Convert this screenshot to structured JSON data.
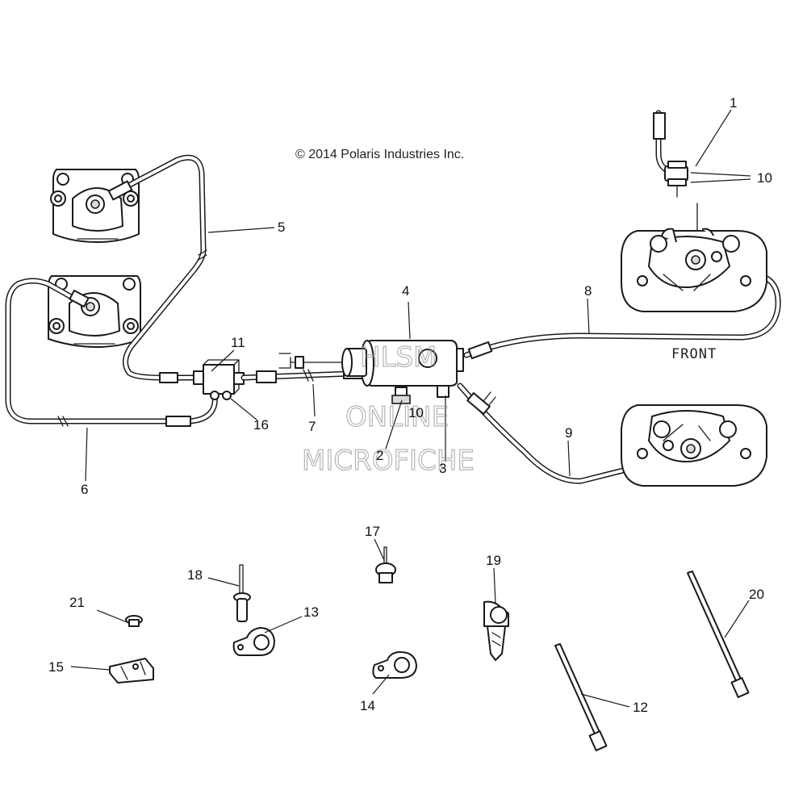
{
  "copyright": "© 2014 Polaris Industries Inc.",
  "front_label": "FRONT",
  "watermark": {
    "line1": "HLSM",
    "line2": "ONLINE",
    "line3": "MICROFICHE"
  },
  "callouts": {
    "c1": "1",
    "c2": "2",
    "c3": "3",
    "c4": "4",
    "c5": "5",
    "c6": "6",
    "c7": "7",
    "c8": "8",
    "c9": "9",
    "c10a": "10",
    "c10b": "10",
    "c11": "11",
    "c12": "12",
    "c13": "13",
    "c14": "14",
    "c15": "15",
    "c16": "16",
    "c17": "17",
    "c18": "18",
    "c19": "19",
    "c20": "20",
    "c21": "21"
  }
}
